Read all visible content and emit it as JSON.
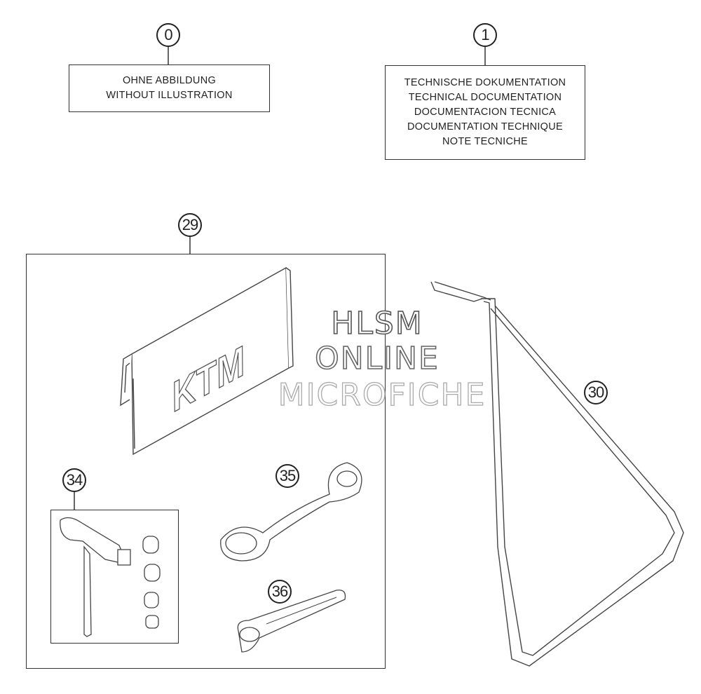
{
  "callouts": {
    "c0": "0",
    "c1": "1",
    "c29": "29",
    "c30": "30",
    "c34": "34",
    "c35": "35",
    "c36": "36"
  },
  "box_without_illustration": {
    "lines": [
      "OHNE ABBILDUNG",
      "WITHOUT ILLUSTRATION"
    ]
  },
  "box_technical_documentation": {
    "lines": [
      "TECHNISCHE DOKUMENTATION",
      "TECHNICAL DOCUMENTATION",
      "DOCUMENTACION TECNICA",
      "DOCUMENTATION TECHNIQUE",
      "NOTE TECNICHE"
    ]
  },
  "pouch_logo": "KTM",
  "watermark": {
    "line1": "HLSM",
    "line2": "ONLINE",
    "line3": "MICROFICHE"
  }
}
